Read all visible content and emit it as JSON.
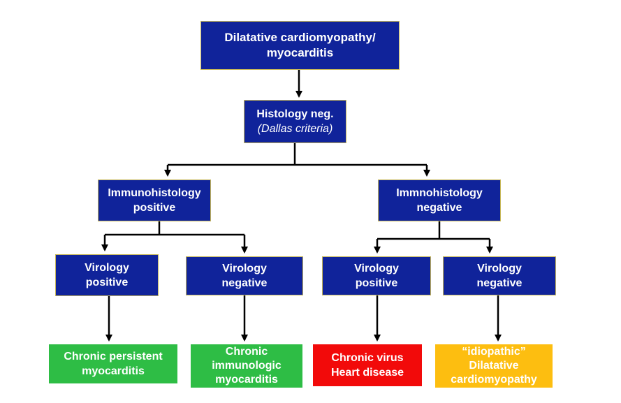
{
  "diagram": {
    "root": {
      "line1": "Dilatative cardiomyopathy/",
      "line2": "myocarditis"
    },
    "histology": {
      "line1": "Histology neg.",
      "line2": "(Dallas criteria)"
    },
    "immuno_positive": {
      "line1": "Immunohistology",
      "line2": "positive"
    },
    "immuno_negative": {
      "line1": "Immnohistology",
      "line2": "negative"
    },
    "virology_1": {
      "line1": "Virology",
      "line2": "positive"
    },
    "virology_2": {
      "line1": "Virology",
      "line2": "negative"
    },
    "virology_3": {
      "line1": "Virology",
      "line2": "positive"
    },
    "virology_4": {
      "line1": "Virology",
      "line2": "negative"
    },
    "outcome_1": {
      "line1": "Chronic persistent",
      "line2": "myocarditis",
      "color": "#2ebd45"
    },
    "outcome_2": {
      "line1": "Chronic",
      "line2": "immunologic",
      "line3": "myocarditis",
      "color": "#2ebd45"
    },
    "outcome_3": {
      "line1": "Chronic virus",
      "line2": "Heart disease",
      "color": "#f20a0a"
    },
    "outcome_4": {
      "line1": "“idiopathic”",
      "line2": "Dilatative",
      "line3": "cardiomyopathy",
      "color": "#fdbe10"
    },
    "box_color": "#10239a"
  }
}
